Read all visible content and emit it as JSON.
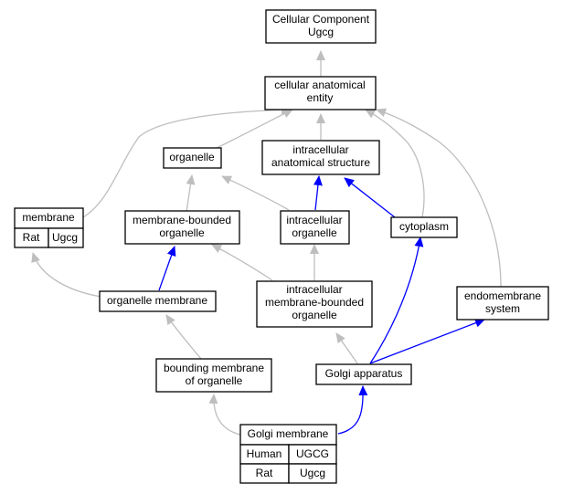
{
  "nodes": {
    "cellular_component_ugcg": [
      "Cellular Component",
      "Ugcg"
    ],
    "cellular_anatomical_entity": [
      "cellular anatomical",
      "entity"
    ],
    "organelle": [
      "organelle"
    ],
    "intracellular_anatomical_structure": [
      "intracellular",
      "anatomical structure"
    ],
    "membrane": [
      "membrane"
    ],
    "membrane_bounded_organelle": [
      "membrane-bounded",
      "organelle"
    ],
    "intracellular_organelle": [
      "intracellular",
      "organelle"
    ],
    "cytoplasm": [
      "cytoplasm"
    ],
    "organelle_membrane": [
      "organelle membrane"
    ],
    "intracellular_membrane_bounded_organelle": [
      "intracellular",
      "membrane-bounded",
      "organelle"
    ],
    "endomembrane_system": [
      "endomembrane",
      "system"
    ],
    "bounding_membrane_of_organelle": [
      "bounding membrane",
      "of organelle"
    ],
    "golgi_apparatus": [
      "Golgi apparatus"
    ],
    "golgi_membrane": [
      "Golgi membrane"
    ]
  },
  "annotations": {
    "membrane": [
      {
        "species": "Rat",
        "gene": "Ugcg",
        "color": "#FFD200"
      }
    ],
    "golgi_membrane": [
      {
        "species": "Human",
        "gene": "UGCG",
        "color": "#FF6347"
      },
      {
        "species": "Rat",
        "gene": "Ugcg",
        "color": "#FFD200"
      }
    ]
  },
  "colors": {
    "is_a_edge": "#BEBEBE",
    "part_of_edge": "#0000FF",
    "node_border": "#000000",
    "background": "#FFFFFF"
  }
}
